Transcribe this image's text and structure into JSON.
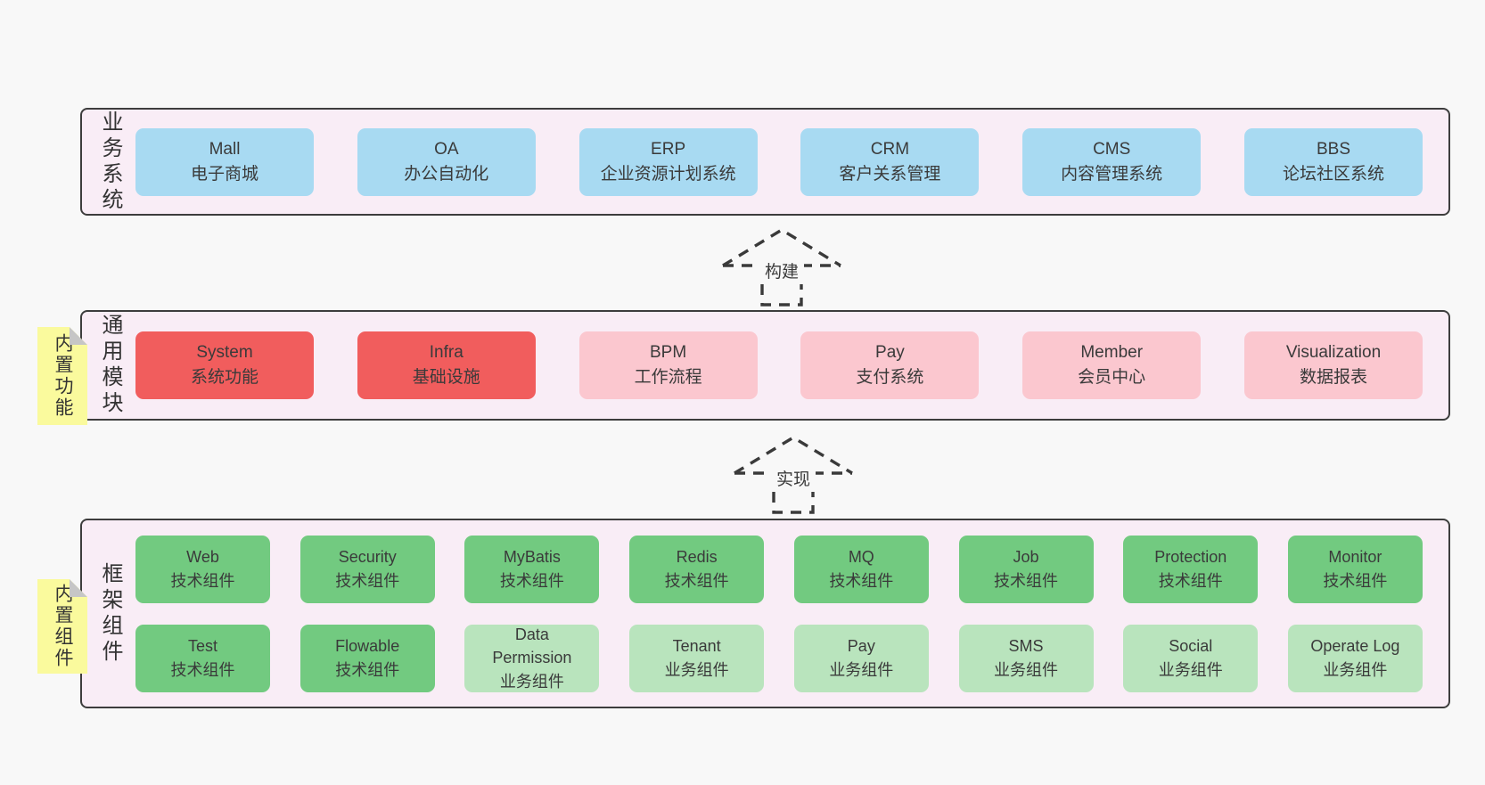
{
  "diagram": {
    "arrows": [
      {
        "label": "构建"
      },
      {
        "label": "实现"
      }
    ],
    "layers": [
      {
        "label": "业务系统",
        "boxes": [
          {
            "title": "Mall",
            "subtitle": "电子商城"
          },
          {
            "title": "OA",
            "subtitle": "办公自动化"
          },
          {
            "title": "ERP",
            "subtitle": "企业资源计划系统"
          },
          {
            "title": "CRM",
            "subtitle": "客户关系管理"
          },
          {
            "title": "CMS",
            "subtitle": "内容管理系统"
          },
          {
            "title": "BBS",
            "subtitle": "论坛社区系统"
          }
        ]
      },
      {
        "label": "通用模块",
        "note": "内置功能",
        "boxes": [
          {
            "title": "System",
            "subtitle": "系统功能"
          },
          {
            "title": "Infra",
            "subtitle": "基础设施"
          },
          {
            "title": "BPM",
            "subtitle": "工作流程"
          },
          {
            "title": "Pay",
            "subtitle": "支付系统"
          },
          {
            "title": "Member",
            "subtitle": "会员中心"
          },
          {
            "title": "Visualization",
            "subtitle": "数据报表"
          }
        ]
      },
      {
        "label": "框架组件",
        "note": "内置组件",
        "rows": [
          {
            "boxes": [
              {
                "title": "Web",
                "subtitle": "技术组件"
              },
              {
                "title": "Security",
                "subtitle": "技术组件"
              },
              {
                "title": "MyBatis",
                "subtitle": "技术组件"
              },
              {
                "title": "Redis",
                "subtitle": "技术组件"
              },
              {
                "title": "MQ",
                "subtitle": "技术组件"
              },
              {
                "title": "Job",
                "subtitle": "技术组件"
              },
              {
                "title": "Protection",
                "subtitle": "技术组件"
              },
              {
                "title": "Monitor",
                "subtitle": "技术组件"
              }
            ]
          },
          {
            "boxes": [
              {
                "title": "Test",
                "subtitle": "技术组件"
              },
              {
                "title": "Flowable",
                "subtitle": "技术组件"
              },
              {
                "title": "Data Permission",
                "subtitle": "业务组件"
              },
              {
                "title": "Tenant",
                "subtitle": "业务组件"
              },
              {
                "title": "Pay",
                "subtitle": "业务组件"
              },
              {
                "title": "SMS",
                "subtitle": "业务组件"
              },
              {
                "title": "Social",
                "subtitle": "业务组件"
              },
              {
                "title": "Operate Log",
                "subtitle": "业务组件"
              }
            ]
          }
        ]
      }
    ],
    "colors": {
      "business_box": "#a8daf2",
      "core_module_box": "#f15d5d",
      "module_box": "#fbc7cf",
      "tech_component_box": "#72ca80",
      "biz_component_box": "#b9e4bd",
      "sticky_note": "#fafa9d",
      "layer_background": "#f9edf6"
    }
  }
}
